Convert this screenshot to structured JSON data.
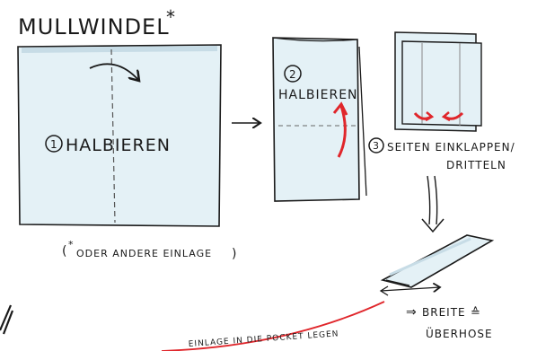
{
  "title": "MULLWINDEL",
  "title_mark": "*",
  "steps": [
    {
      "number": "1",
      "label": "HALBIEREN"
    },
    {
      "number": "2",
      "label": "HALBIEREN"
    },
    {
      "number": "3",
      "label": "SEITEN EINKLAPPEN/",
      "label2": "DRITTELN"
    }
  ],
  "footnote": {
    "star": "*",
    "text": "ODER ANDERE EINLAGE"
  },
  "width_note": {
    "arrow": "⇒",
    "line1": "BREITE",
    "line1_mark": "≙",
    "line2": "ÜBERHOSE"
  },
  "bottom_label": "EINLAGE IN DIE POCKET LEGEN",
  "colors": {
    "cloth": "#e4f1f6",
    "cloth_edge": "#c7dce6",
    "ink": "#1a1a1a",
    "accent": "#e0262b"
  }
}
